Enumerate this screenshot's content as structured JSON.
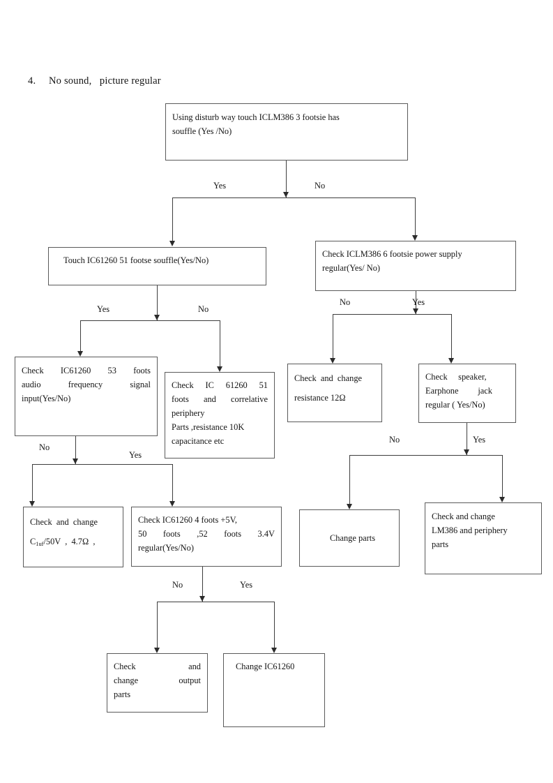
{
  "heading": {
    "number": "4.",
    "text": "No sound,   picture regular"
  },
  "nodes": {
    "root": {
      "line1": "Using disturb way touch ICLM386 3 footsie has",
      "line2": "souffle (Yes /No)"
    },
    "touch_ic61260_51": {
      "line1": "Touch IC61260 51 footse souffle(Yes/No)"
    },
    "check_iclm386_6": {
      "line1": "Check ICLM386 6 footsie power supply",
      "line2": "regular(Yes/ No)"
    },
    "check_ic61260_53": {
      "line1": "Check   IC61260   53   foots",
      "line2": "audio     frequency     signal",
      "line3": "input(Yes/No)"
    },
    "check_ic61260_51_periphery": {
      "line1": "Check  IC  61260  51",
      "line2": "foots and correlative",
      "line3": "periphery",
      "line4": "Parts ,resistance 10K",
      "line5": "capacitance etc"
    },
    "check_change_resistance": {
      "line1": "Check  and  change",
      "line2": "resistance 12Ω"
    },
    "check_speaker": {
      "line1": "Check     speaker,",
      "line2": "Earphone         jack",
      "line3": "regular ( Yes/No)"
    },
    "check_change_cap": {
      "line1": "Check  and  change",
      "line2_prefix": "C",
      "line2_sub": "1uf",
      "line2_suffix": "/50V  ,  4.7Ω  ,"
    },
    "check_ic61260_4foots": {
      "line1": " Check IC61260 4 foots +5V,",
      "line2": "50   foots   ,52   foots   3.4V",
      "line3": "regular(Yes/No)"
    },
    "change_parts": {
      "line1": "Change parts"
    },
    "check_change_lm386": {
      "line1": "Check and change",
      "line2": "LM386 and periphery",
      "line3": "parts"
    },
    "check_change_output_parts": {
      "line1": " Check              and",
      "line2": "change        output",
      "line3": "parts"
    },
    "change_ic61260": {
      "line1": "Change IC61260"
    }
  },
  "edge_labels": {
    "root_yes": "Yes",
    "root_no": "No",
    "touch_yes": "Yes",
    "touch_no": "No",
    "power_no": "No",
    "power_yes": "Yes",
    "audio_no": "No",
    "audio_yes": "Yes",
    "speaker_no": "No",
    "speaker_yes": "Yes",
    "voltage_no": "No",
    "voltage_yes": "Yes"
  },
  "colors": {
    "box_border": "#5a5a5a",
    "connector": "#3d3d3d",
    "text": "#141414",
    "background": "#ffffff"
  }
}
